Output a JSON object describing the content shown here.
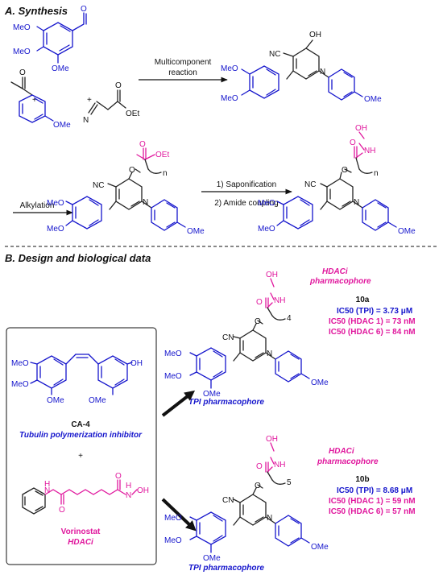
{
  "section_a": {
    "title": "A. Synthesis",
    "step1": {
      "line1": "Multicomponent",
      "line2": "reaction"
    },
    "plus": "+",
    "step2": "Alkylation",
    "step3a": "1) Saponification",
    "step3b": "2) Amide coupling"
  },
  "section_b": {
    "title": "B. Design and biological data",
    "hdaci_pharm_l1": "HDACi",
    "hdaci_pharm_l2": "pharmacophore",
    "tpi_pharm": "TPI pharmacophore",
    "plus": "+",
    "ca4": {
      "name": "CA-4",
      "desc": "Tubulin polymerization inhibitor"
    },
    "vorinostat": {
      "name": "Vorinostat",
      "desc": "HDACi"
    },
    "cmpd_10a": {
      "id": "10a",
      "chain_n": "4",
      "ic50_tpi": "IC50 (TPI) = 3.73 μM",
      "ic50_hdac1": "IC50 (HDAC 1) = 73 nM",
      "ic50_hdac6": "IC50 (HDAC 6) = 84 nM"
    },
    "cmpd_10b": {
      "id": "10b",
      "chain_n": "5",
      "ic50_tpi": "IC50 (TPI) = 8.68 μM",
      "ic50_hdac1": "IC50 (HDAC 1) = 59 nM",
      "ic50_hdac6": "IC50 (HDAC 6) = 57 nM"
    }
  },
  "atoms": {
    "meo": "MeO",
    "ome": "OMe",
    "oh": "OH",
    "oet": "OEt",
    "o": "O",
    "n": "N",
    "nc": "NC",
    "cn": "CN",
    "nh": "NH",
    "h": "H",
    "n_sub": "n"
  },
  "colors": {
    "blue": "#1515cc",
    "magenta": "#e0179d",
    "black": "#111111"
  }
}
